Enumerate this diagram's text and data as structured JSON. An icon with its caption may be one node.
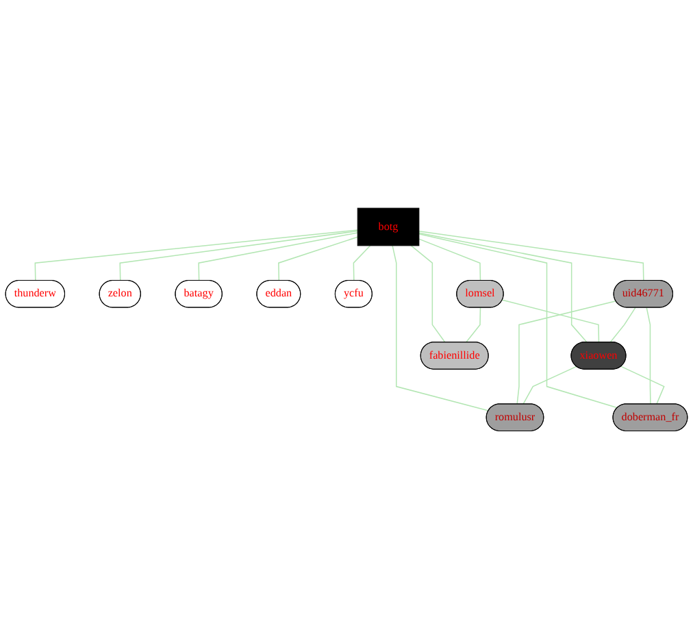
{
  "diagram": {
    "nodes": [
      {
        "text": [
          "thunderw"
        ]
      },
      {
        "text": [
          "zelon"
        ]
      },
      {
        "text": [
          "batagy"
        ]
      },
      {
        "text": [
          "eddan"
        ]
      },
      {
        "text": [
          "ycfu"
        ]
      },
      {
        "text": [
          "botg"
        ]
      },
      {
        "text": [
          "lomsel"
        ]
      },
      {
        "text": [
          "uid46771"
        ]
      },
      {
        "text": [
          "xiaowen"
        ]
      },
      {
        "text": [
          "fabienillide"
        ]
      },
      {
        "text": [
          "romulusr"
        ]
      },
      {
        "text": [
          "doberman_fr"
        ]
      }
    ],
    "edges": [
      {
        "from": 5,
        "to": 0,
        "arrow": "none"
      },
      {
        "from": 5,
        "to": 1,
        "arrow": "none"
      },
      {
        "from": 5,
        "to": 2,
        "arrow": "none"
      },
      {
        "from": 5,
        "to": 3,
        "arrow": "none"
      },
      {
        "from": 5,
        "to": 4,
        "arrow": "none"
      },
      {
        "from": 5,
        "to": 6,
        "arrow": "none"
      },
      {
        "from": 5,
        "to": 7,
        "arrow": "none"
      },
      {
        "from": 5,
        "to": 8,
        "arrow": "none"
      },
      {
        "from": 5,
        "to": 9,
        "arrow": "none"
      },
      {
        "from": 5,
        "to": 10,
        "arrow": "none"
      },
      {
        "from": 5,
        "to": 11,
        "arrow": "none"
      },
      {
        "from": 6,
        "to": 9,
        "arrow": "none"
      },
      {
        "from": 6,
        "to": 8,
        "arrow": "none"
      },
      {
        "from": 7,
        "to": 8,
        "arrow": "none"
      },
      {
        "from": 7,
        "to": 10,
        "arrow": "none"
      },
      {
        "from": 7,
        "to": 11,
        "arrow": "none"
      },
      {
        "from": 8,
        "to": 10,
        "arrow": "none"
      },
      {
        "from": 8,
        "to": 11,
        "arrow": "none"
      }
    ]
  }
}
